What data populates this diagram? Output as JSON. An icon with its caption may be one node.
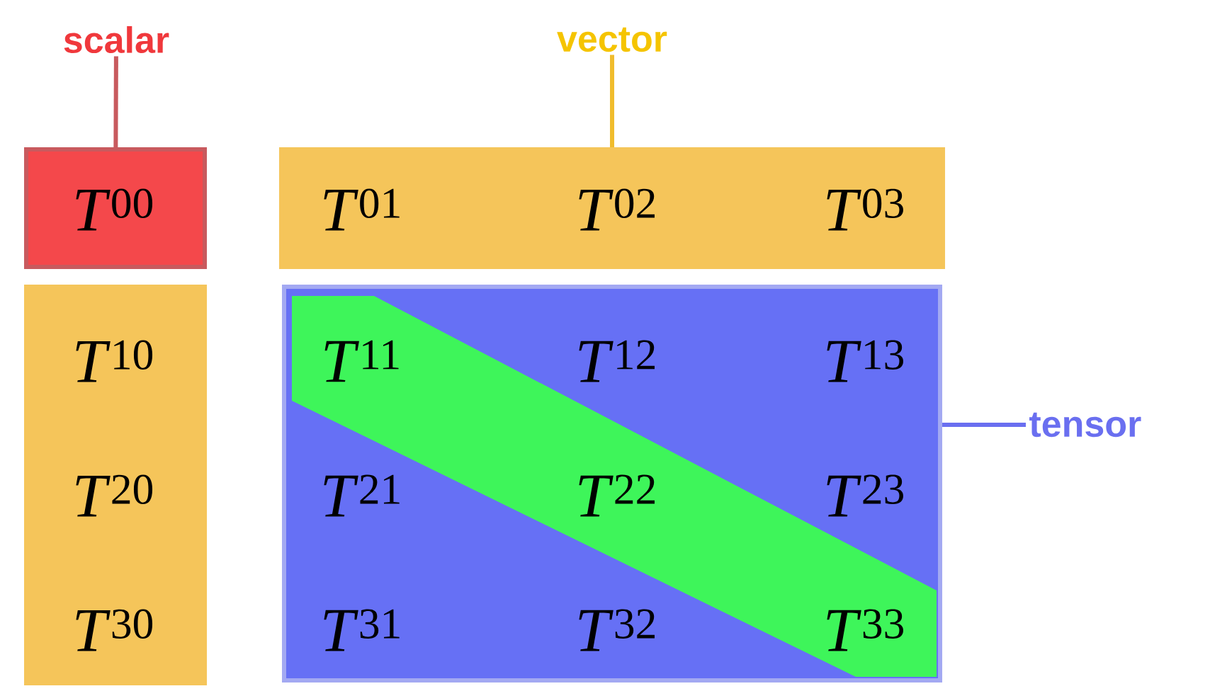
{
  "diagram": {
    "nodes": [
      {
        "text": [
          "scalar"
        ]
      },
      {
        "text": [
          "vector"
        ]
      },
      {
        "text": [
          "*T*$^{00}$"
        ]
      },
      {
        "text": [
          "*T*$^{01}$",
          "*T*$^{02}$",
          "*T*$^{03}$"
        ]
      },
      {
        "text": [
          "*T*$^{10}$",
          "*T*$^{20}$",
          "*T*$^{30}$"
        ]
      },
      {
        "text": [
          "*T*$^{11}$",
          "*T*$^{12}$",
          "*T*$^{13}$",
          "*T*$^{21}$",
          "*T*$^{22}$",
          "*T*$^{23}$",
          "*T*$^{31}$",
          "*T*$^{32}$",
          "*T*$^{33}$"
        ]
      },
      {
        "text": [
          "tensor"
        ]
      }
    ],
    "edges": [
      {
        "from": 0,
        "to": 2,
        "arrow": "none",
        "color": "#c85a5e"
      },
      {
        "from": 1,
        "to": 3,
        "arrow": "none",
        "color": "#f0bc2c"
      },
      {
        "from": 6,
        "to": 5,
        "arrow": "none",
        "color": "#6a6ff0"
      }
    ]
  }
}
